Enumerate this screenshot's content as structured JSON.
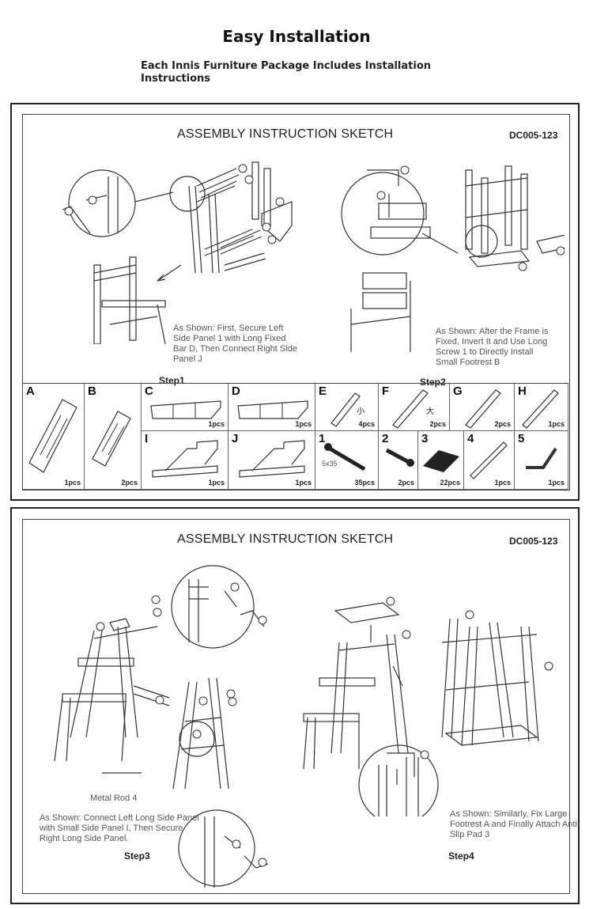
{
  "header": {
    "title": "Easy Installation",
    "subtitle": "Each Innis Furniture Package Includes Installation Instructions"
  },
  "sheet1": {
    "title": "ASSEMBLY INSTRUCTION SKETCH",
    "code": "DC005-123",
    "step1": {
      "note": "As Shown: First, Secure Left Side Panel 1 with Long Fixed Bar D, Then Connect Right Side Panel J",
      "label": "Step1"
    },
    "step2": {
      "note": "As Shown: After the Frame is Fixed, Invert It and Use Long Screw 1 to Directly Install Small Footrest B",
      "label": "Step2"
    },
    "parts": [
      {
        "id": "A",
        "qty": "1pcs"
      },
      {
        "id": "B",
        "qty": "2pcs"
      },
      {
        "id": "C",
        "qty": "1pcs"
      },
      {
        "id": "D",
        "qty": "1pcs"
      },
      {
        "id": "E",
        "qty": "4pcs",
        "mark": "小"
      },
      {
        "id": "F",
        "qty": "2pcs",
        "mark": "大"
      },
      {
        "id": "G",
        "qty": "2pcs"
      },
      {
        "id": "H",
        "qty": "1pcs"
      },
      {
        "id": "I",
        "qty": "1pcs"
      },
      {
        "id": "J",
        "qty": "1pcs"
      },
      {
        "id": "1",
        "qty": "35pcs",
        "size": "5x35"
      },
      {
        "id": "2",
        "qty": "2pcs"
      },
      {
        "id": "3",
        "qty": "22pcs"
      },
      {
        "id": "4",
        "qty": "1pcs"
      },
      {
        "id": "5",
        "qty": "1pcs"
      }
    ]
  },
  "sheet2": {
    "title": "ASSEMBLY INSTRUCTION SKETCH",
    "code": "DC005-123",
    "step3": {
      "rod_label": "Metal Rod 4",
      "note": "As Shown: Connect Left Long Side Panel with Small Side Panel I, Then Secure Right Long Side Panel.",
      "label": "Step3"
    },
    "step4": {
      "note": "As Shown: Similarly, Fix Large Footrest A and Finally Attach Anti-Slip Pad 3",
      "label": "Step4"
    }
  }
}
